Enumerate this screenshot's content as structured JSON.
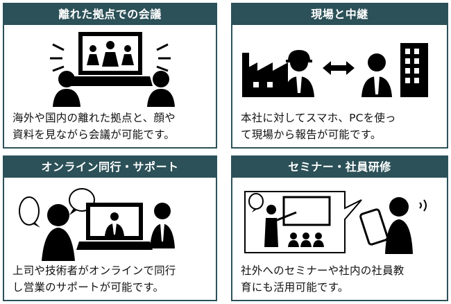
{
  "cards": [
    {
      "title": "離れた拠点での会議",
      "desc_line1": "海外や国内の離れた拠点と、顔や",
      "desc_line2": "資料を見ながら会議が可能です。",
      "illustration": "remote-meeting-icon"
    },
    {
      "title": "現場と中継",
      "desc_line1": "本社に対してスマホ、PCを使っ",
      "desc_line2": "て現場から報告が可能です。",
      "illustration": "site-relay-icon"
    },
    {
      "title": "オンライン同行・サポート",
      "desc_line1": "上司や技術者がオンラインで同行",
      "desc_line2": "し営業のサポートが可能です。",
      "illustration": "online-support-icon"
    },
    {
      "title": "セミナー・社員研修",
      "desc_line1": "社外へのセミナーや社内の社員教",
      "desc_line2": "育にも活用可能です。",
      "illustration": "seminar-training-icon"
    }
  ],
  "colors": {
    "header_bg": "#2c5158",
    "border": "#2c5158",
    "icon": "#000000"
  }
}
